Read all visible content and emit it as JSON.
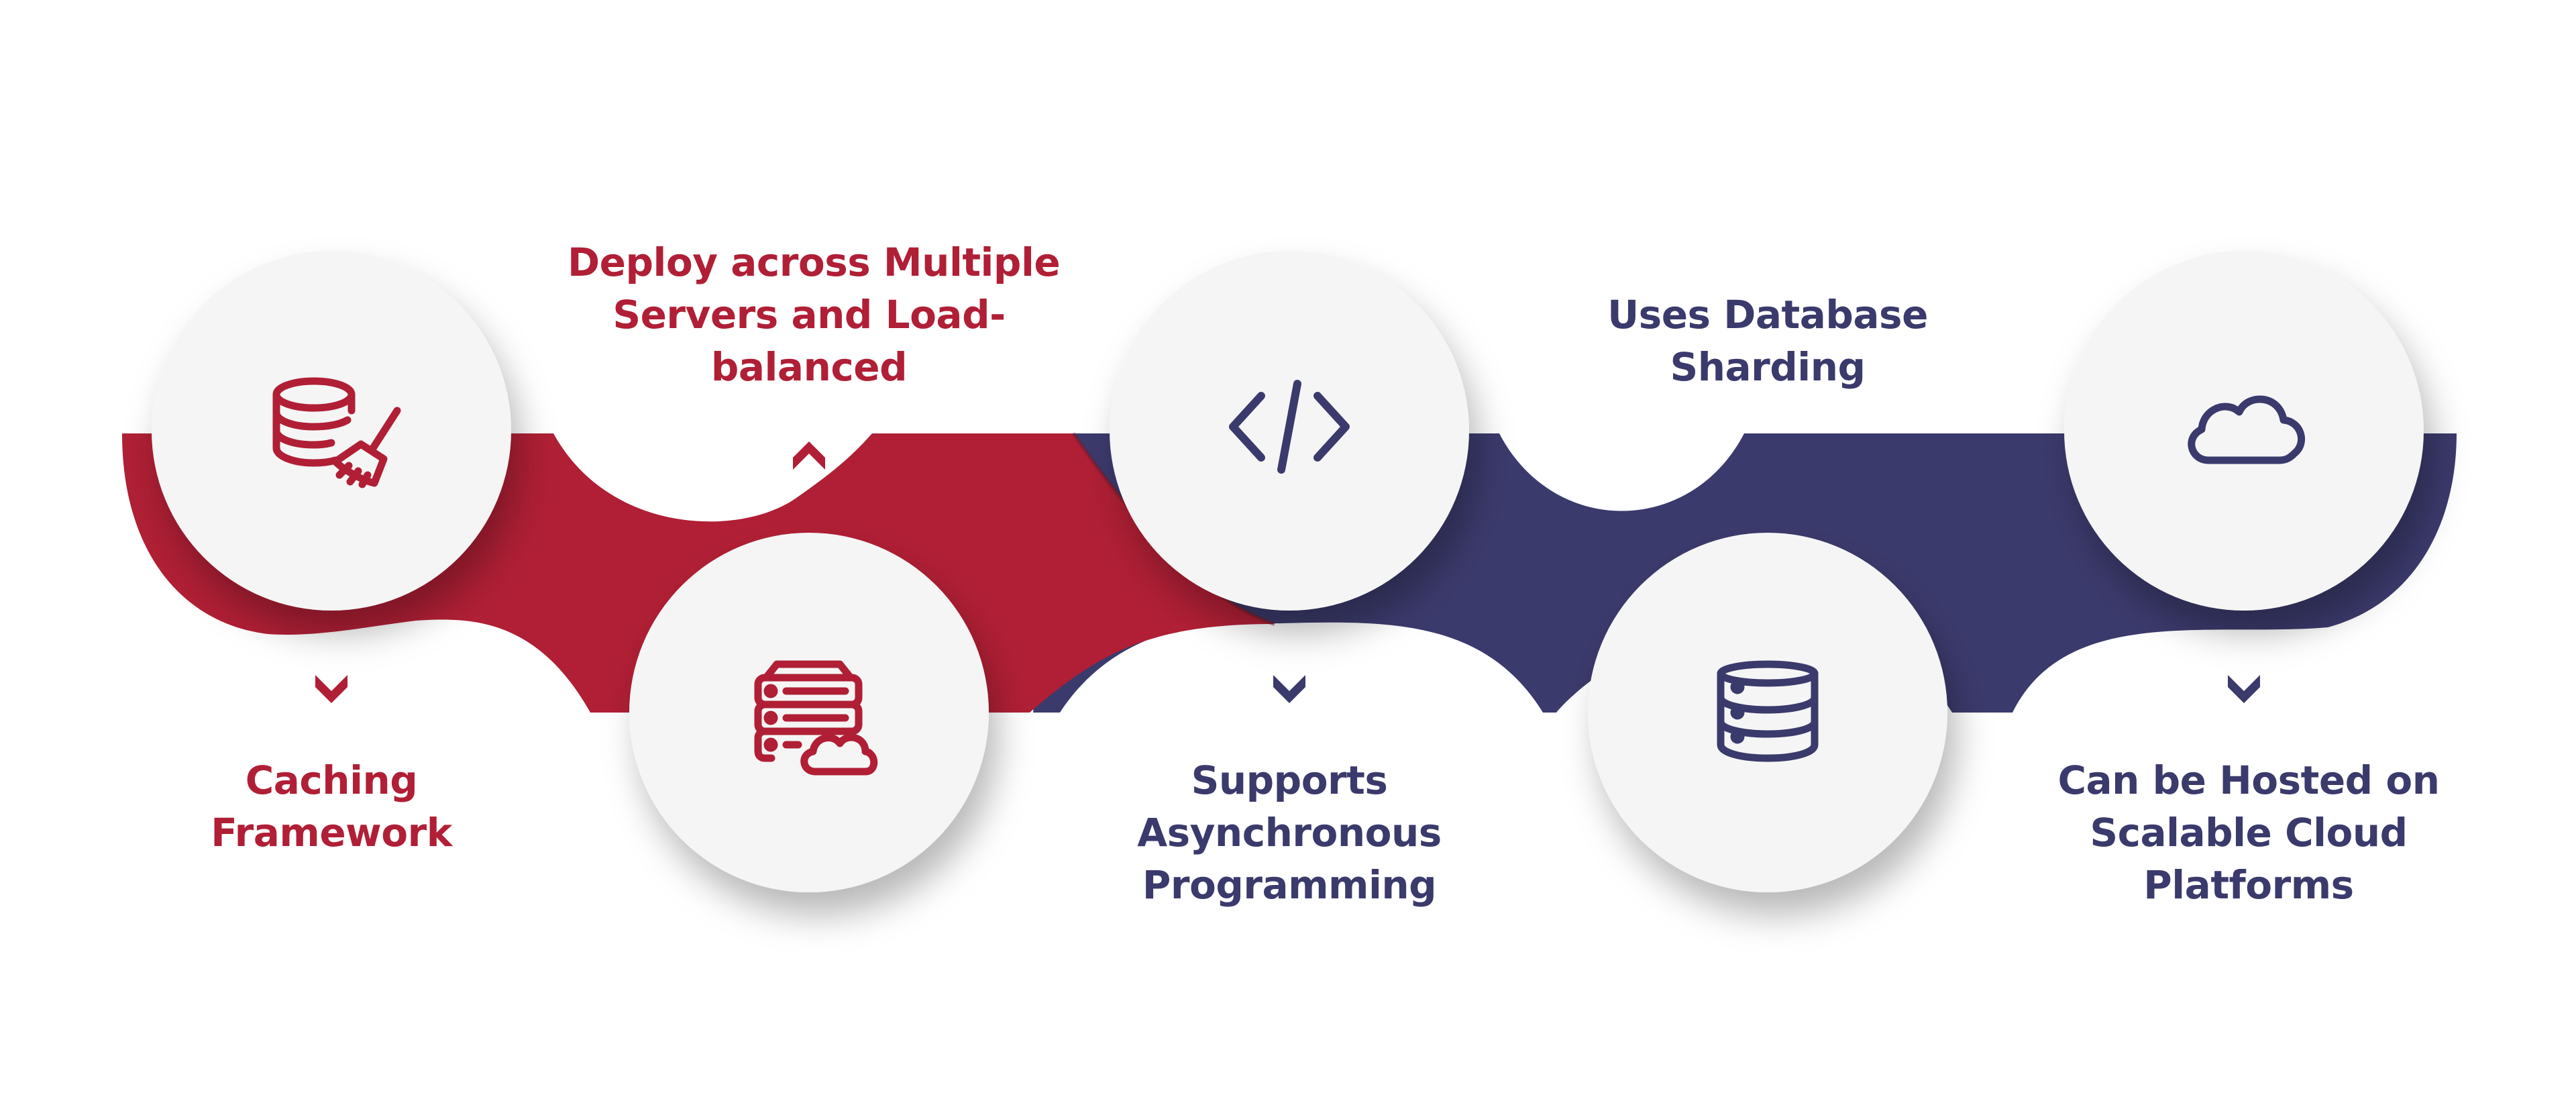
{
  "steps": [
    {
      "id": "caching",
      "lines": [
        "Caching",
        "Framework"
      ],
      "icon": "database-broom-icon",
      "color": "#b01f35"
    },
    {
      "id": "deploy",
      "lines": [
        "Deploy across Multiple",
        "Servers and Load-",
        "balanced"
      ],
      "icon": "server-cloud-icon",
      "color": "#b01f35"
    },
    {
      "id": "async",
      "lines": [
        "Supports",
        "Asynchronous",
        "Programming"
      ],
      "icon": "code-icon",
      "color": "#3b3a6c"
    },
    {
      "id": "sharding",
      "lines": [
        "Uses Database",
        "Sharding"
      ],
      "icon": "database-icon",
      "color": "#3b3a6c"
    },
    {
      "id": "cloud",
      "lines": [
        "Can be Hosted on",
        "Scalable Cloud",
        "Platforms"
      ],
      "icon": "cloud-icon",
      "color": "#3b3a6c"
    }
  ],
  "colors": {
    "red": "#b01f35",
    "navy": "#3b3a6c",
    "circle": "#f5f5f5"
  }
}
